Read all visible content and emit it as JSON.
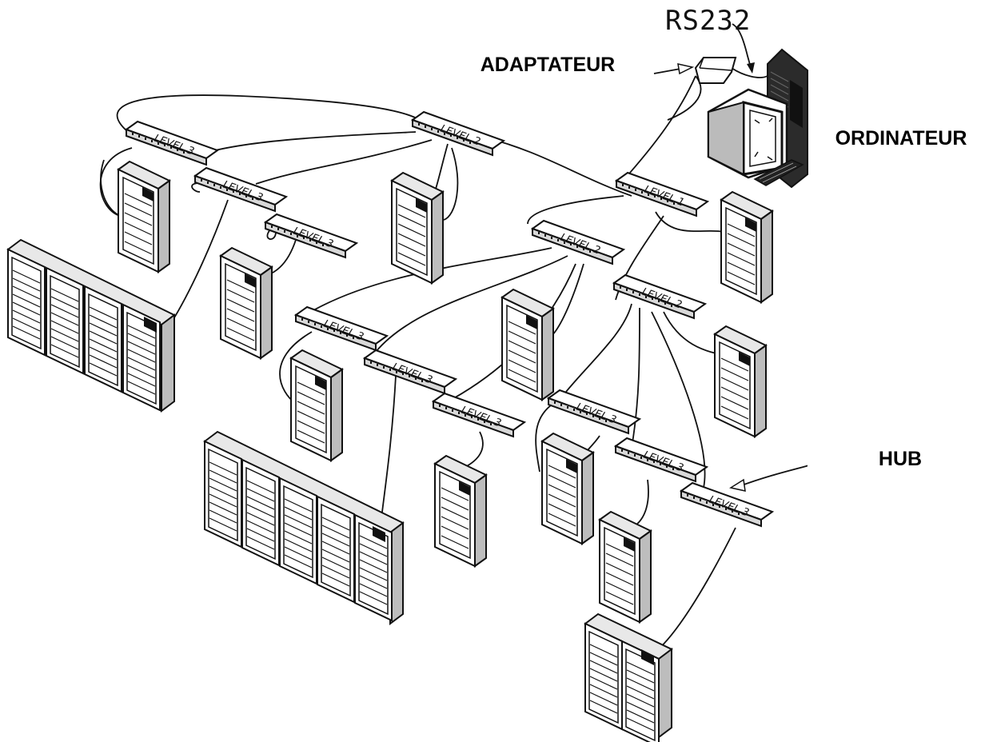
{
  "labels": {
    "adapter": "ADAPTATEUR",
    "computer": "ORDINATEUR",
    "hub": "HUB",
    "serial": "RS232"
  },
  "hubs": [
    {
      "id": "h-l3-a",
      "text": "LEVEL 3"
    },
    {
      "id": "h-l2-top",
      "text": "LEVEL 2"
    },
    {
      "id": "h-l3-b",
      "text": "LEVEL 3"
    },
    {
      "id": "h-l3-c",
      "text": "LEVEL 3"
    },
    {
      "id": "h-l1",
      "text": "LEVEL 1"
    },
    {
      "id": "h-l2-mid",
      "text": "LEVEL 2"
    },
    {
      "id": "h-l2-right",
      "text": "LEVEL 2"
    },
    {
      "id": "h-l3-d",
      "text": "LEVEL 3"
    },
    {
      "id": "h-l3-e",
      "text": "LEVEL 3"
    },
    {
      "id": "h-l3-f",
      "text": "LEVEL 3"
    },
    {
      "id": "h-l3-g",
      "text": "LEVEL 3"
    },
    {
      "id": "h-l3-h",
      "text": "LEVEL 3"
    },
    {
      "id": "h-l3-i",
      "text": "LEVEL 3"
    }
  ],
  "colors": {
    "line": "#111111",
    "background": "#ffffff"
  }
}
